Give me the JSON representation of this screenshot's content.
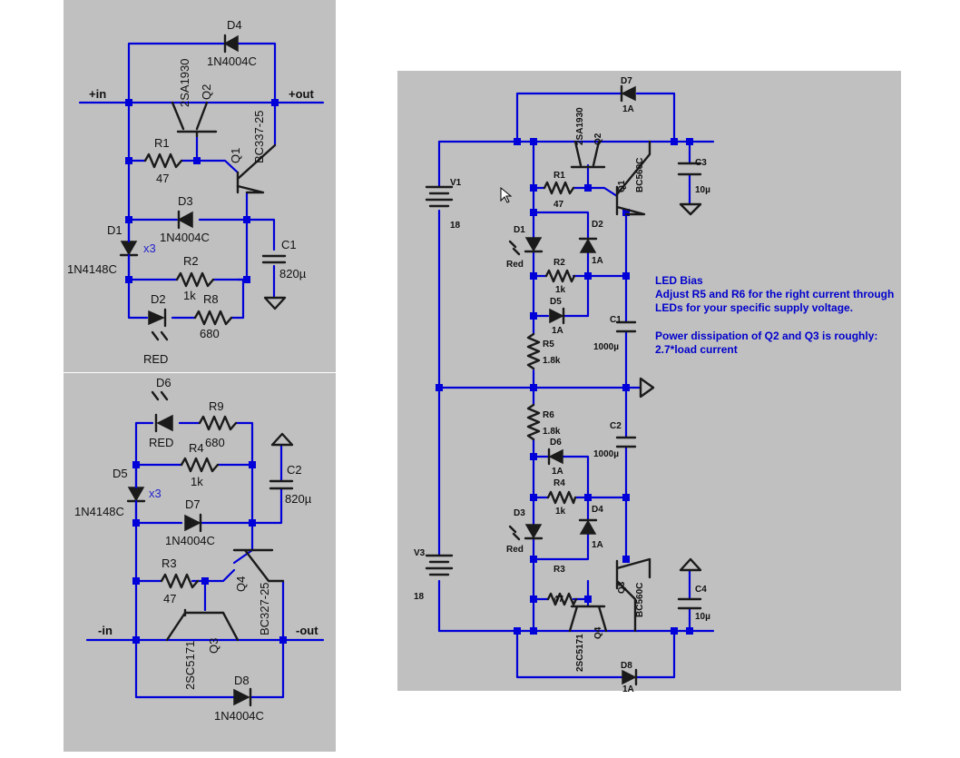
{
  "left_top": {
    "in_label": "+in",
    "out_label": "+out",
    "D4": {
      "ref": "D4",
      "value": "1N4004C"
    },
    "Q2": {
      "ref": "Q2",
      "value": "2SA1930"
    },
    "Q1": {
      "ref": "Q1",
      "value": "BC337-25"
    },
    "R1": {
      "ref": "R1",
      "value": "47"
    },
    "D3": {
      "ref": "D3",
      "value": "1N4004C"
    },
    "D1": {
      "ref": "D1",
      "value": "1N4148C",
      "mult": "x3"
    },
    "R2": {
      "ref": "R2",
      "value": "1k"
    },
    "C1": {
      "ref": "C1",
      "value": "820µ"
    },
    "D2": {
      "ref": "D2",
      "value": "RED"
    },
    "R8": {
      "ref": "R8",
      "value": "680"
    }
  },
  "left_bottom": {
    "in_label": "-in",
    "out_label": "-out",
    "D6": {
      "ref": "D6",
      "value": "RED"
    },
    "R9": {
      "ref": "R9",
      "value": "680"
    },
    "R4": {
      "ref": "R4",
      "value": "1k"
    },
    "C2": {
      "ref": "C2",
      "value": "820µ"
    },
    "D5": {
      "ref": "D5",
      "value": "1N4148C",
      "mult": "x3"
    },
    "D7": {
      "ref": "D7",
      "value": "1N4004C"
    },
    "R3": {
      "ref": "R3",
      "value": "47"
    },
    "Q4": {
      "ref": "Q4",
      "value": "BC327-25"
    },
    "Q3": {
      "ref": "Q3",
      "value": "2SC5171"
    },
    "D8": {
      "ref": "D8",
      "value": "1N4004C"
    }
  },
  "right": {
    "D7": {
      "ref": "D7",
      "value": "1A"
    },
    "Q2": {
      "ref": "Q2",
      "value": "2SA1930"
    },
    "Q1": {
      "ref": "Q1",
      "value": "BC560C"
    },
    "C3": {
      "ref": "C3",
      "value": "10µ"
    },
    "V1": {
      "ref": "V1",
      "value": "18"
    },
    "R1": {
      "ref": "R1",
      "value": "47"
    },
    "D1": {
      "ref": "D1",
      "value": "Red"
    },
    "D2": {
      "ref": "D2",
      "value": "1A"
    },
    "R2": {
      "ref": "R2",
      "value": "1k"
    },
    "D5": {
      "ref": "D5",
      "value": "1A"
    },
    "C1": {
      "ref": "C1",
      "value": "1000µ"
    },
    "R5": {
      "ref": "R5",
      "value": "1.8k"
    },
    "R6": {
      "ref": "R6",
      "value": "1.8k"
    },
    "C2": {
      "ref": "C2",
      "value": "1000µ"
    },
    "D6": {
      "ref": "D6",
      "value": "1A"
    },
    "R4": {
      "ref": "R4",
      "value": "1k"
    },
    "D4": {
      "ref": "D4",
      "value": "1A"
    },
    "D3": {
      "ref": "D3",
      "value": "Red"
    },
    "V3": {
      "ref": "V3",
      "value": "18"
    },
    "R3": {
      "ref": "R3",
      "value": "47"
    },
    "Q3": {
      "ref": "Q3",
      "value": "BC560C"
    },
    "Q4": {
      "ref": "Q4",
      "value": "2SC5171"
    },
    "C4": {
      "ref": "C4",
      "value": "10µ"
    },
    "D8": {
      "ref": "D8",
      "value": "1A"
    },
    "note_lines": [
      "LED Bias",
      "Adjust R5 and R6 for the right current through",
      "LEDs for your specific supply voltage.",
      "",
      "Power dissipation of Q2 and Q3 is roughly:",
      "2.7*load current"
    ]
  },
  "colors": {
    "wire": "#0000d8",
    "panel": "#c0c0c0",
    "symbol": "#1a1a1a",
    "note": "#0000cc"
  }
}
